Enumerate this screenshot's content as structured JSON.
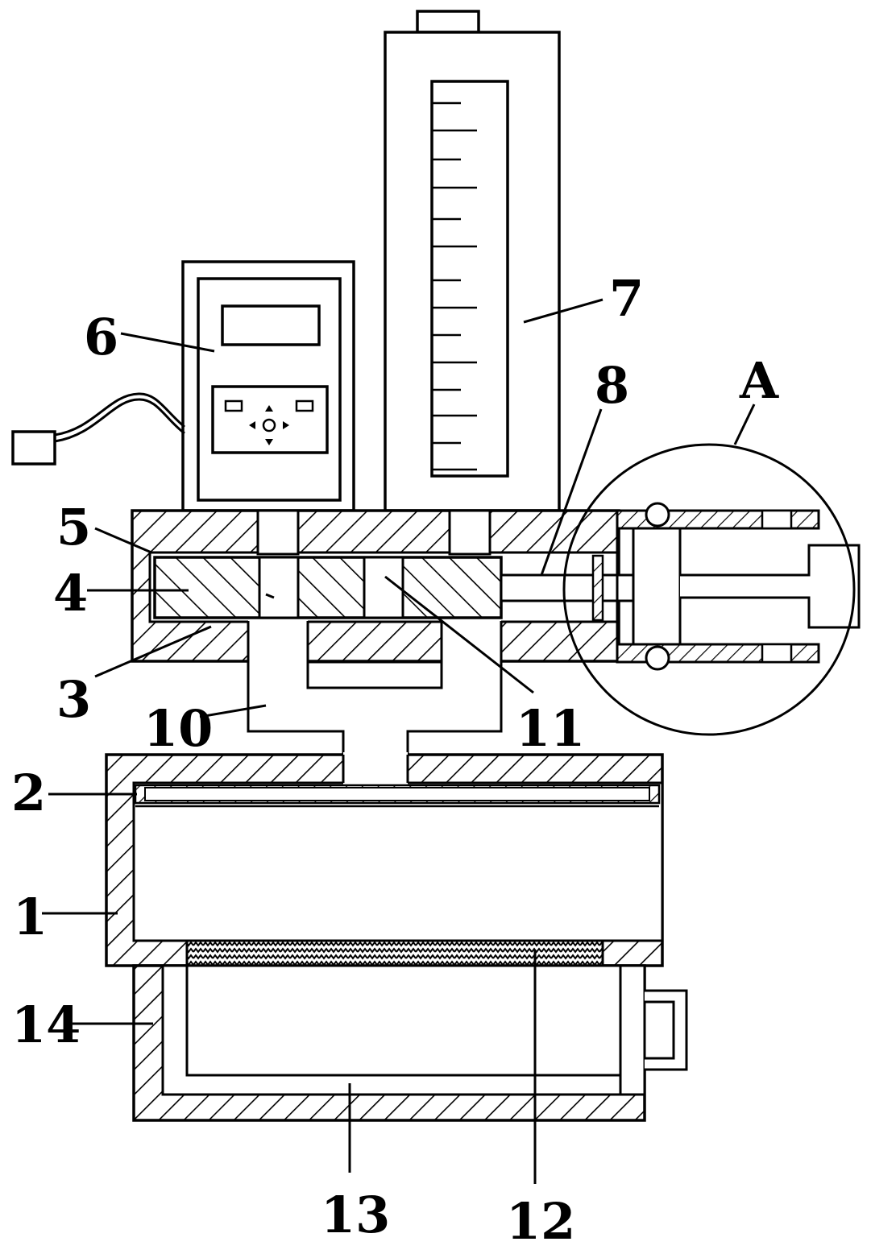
{
  "labels": {
    "l1": "1",
    "l2": "2",
    "l3": "3",
    "l4": "4",
    "l5": "5",
    "l6": "6",
    "l7": "7",
    "l8": "8",
    "lA": "A",
    "l10": "10",
    "l11": "11",
    "l12": "12",
    "l13": "13",
    "l14": "14"
  }
}
